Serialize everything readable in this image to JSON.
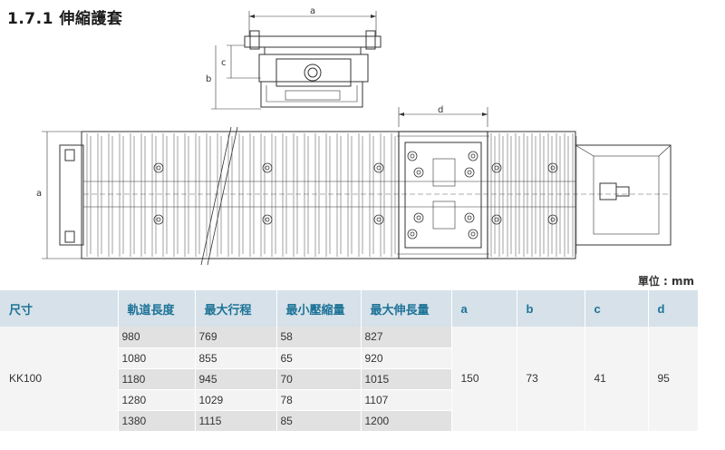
{
  "title": "1.7.1 伸縮護套",
  "unit": "單位 : mm",
  "dims": {
    "a": "a",
    "b": "b",
    "c": "c",
    "d": "d"
  },
  "table": {
    "headers": [
      "尺寸",
      "軌道長度",
      "最大行程",
      "最小壓縮量",
      "最大伸長量",
      "a",
      "b",
      "c",
      "d"
    ],
    "model": "KK100",
    "rows": [
      [
        "980",
        "769",
        "58",
        "827"
      ],
      [
        "1080",
        "855",
        "65",
        "920"
      ],
      [
        "1180",
        "945",
        "70",
        "1015"
      ],
      [
        "1280",
        "1029",
        "78",
        "1107"
      ],
      [
        "1380",
        "1115",
        "85",
        "1200"
      ]
    ],
    "a": "150",
    "b": "73",
    "c": "41",
    "d": "95"
  },
  "colors": {
    "header_bg": "#d6e1e9",
    "header_text": "#1d7397",
    "line": "#333333"
  }
}
